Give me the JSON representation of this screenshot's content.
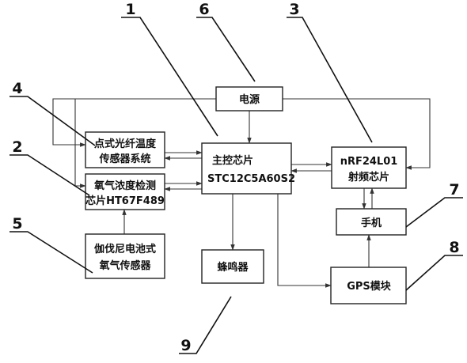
{
  "blocks": {
    "power": "电源",
    "fiber_sensor": [
      "点式光纤温度",
      "传感器系统"
    ],
    "oxygen_chip": [
      "氧气浓度检测",
      "芯片HT67F489"
    ],
    "galvanic_sensor": [
      "伽伐尼电池式",
      "氧气传感器"
    ],
    "main_chip": [
      "主控芯片",
      "STC12C5A60S2"
    ],
    "buzzer": "蜂鸣器",
    "rf_chip": [
      "nRF24L01",
      "射频芯片"
    ],
    "phone": "手机",
    "gps": "GPS模块"
  },
  "callouts": [
    "1",
    "2",
    "3",
    "4",
    "5",
    "6",
    "7",
    "8",
    "9"
  ]
}
